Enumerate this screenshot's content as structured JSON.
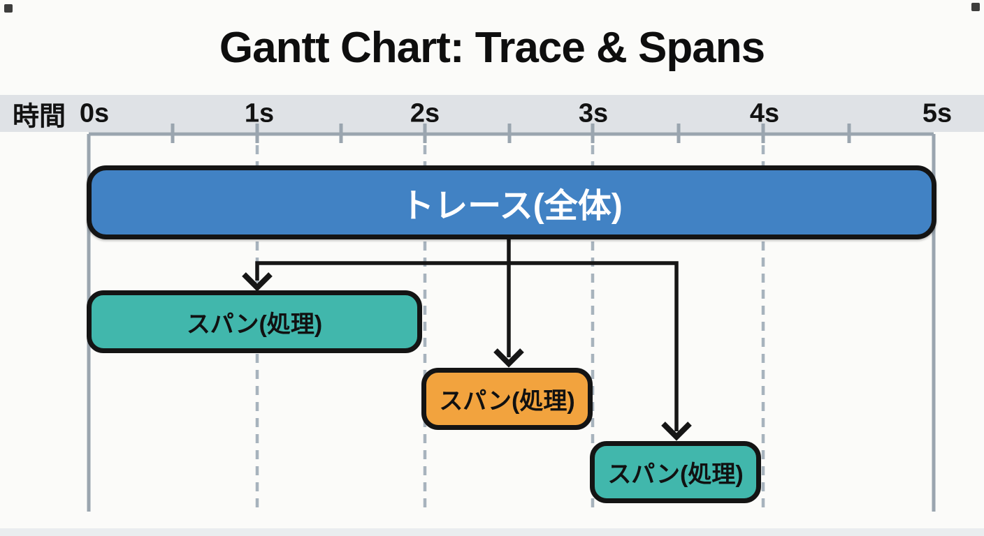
{
  "title": "Gantt Chart: Trace & Spans",
  "colors": {
    "background": "#fbfbf9",
    "header_band": "#dfe2e6",
    "trace_bar": "#4182c4",
    "span_teal": "#41b7ac",
    "span_orange": "#f2a33e",
    "bar_border": "#141414",
    "grid_solid": "#9aa5af",
    "grid_dashed": "#a7b3bd",
    "arrow": "#161616"
  },
  "time_axis": {
    "label": "時間",
    "tick_labels": [
      "0s",
      "1s",
      "2s",
      "3s",
      "4s",
      "5s"
    ],
    "minor_tick_interval_s": 0.5
  },
  "trace": {
    "label": "トレース(全体)",
    "start_s": 0,
    "end_s": 5,
    "color": "#4182c4"
  },
  "spans": [
    {
      "label": "スパン(処理)",
      "start_s": 0,
      "end_s": 2,
      "color": "#41b7ac"
    },
    {
      "label": "スパン(処理)",
      "start_s": 2,
      "end_s": 3,
      "color": "#f2a33e"
    },
    {
      "label": "スパン(処理)",
      "start_s": 3,
      "end_s": 4,
      "color": "#41b7ac"
    }
  ],
  "chart_data": {
    "type": "bar",
    "subtype": "gantt",
    "title": "Gantt Chart: Trace & Spans",
    "xlabel": "時間",
    "x_unit": "s",
    "xlim": [
      0,
      5
    ],
    "x_tick_labels": [
      "0s",
      "1s",
      "2s",
      "3s",
      "4s",
      "5s"
    ],
    "x_minor_tick_interval": 0.5,
    "grid": "dashed vertical gridlines at 1s, 2s, 3s, 4s; solid boundary lines at 0s and 5s",
    "legend": "none",
    "tasks": [
      {
        "name": "トレース(全体)",
        "row": 1,
        "start": 0,
        "end": 5,
        "color": "#4182c4"
      },
      {
        "name": "スパン(処理)",
        "row": 2,
        "start": 0,
        "end": 2,
        "color": "#41b7ac"
      },
      {
        "name": "スパン(処理)",
        "row": 3,
        "start": 2,
        "end": 3,
        "color": "#f2a33e"
      },
      {
        "name": "スパン(処理)",
        "row": 4,
        "start": 3,
        "end": 4,
        "color": "#41b7ac"
      }
    ],
    "connections": [
      {
        "from_row": 1,
        "to_row": 2,
        "style": "elbow-arrow-down"
      },
      {
        "from_row": 1,
        "to_row": 3,
        "style": "straight-arrow-down"
      },
      {
        "from_row": 1,
        "to_row": 4,
        "style": "elbow-arrow-down"
      }
    ]
  }
}
